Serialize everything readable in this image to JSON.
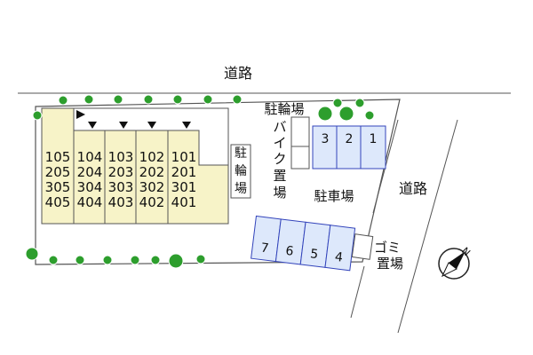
{
  "labels": {
    "road_top": "道路",
    "road_right": "道路",
    "bicycle_parking_top": "駐輪場",
    "bicycle_parking_left": [
      "駐",
      "輪",
      "場"
    ],
    "bike_parking": [
      "バ",
      "イ",
      "ク",
      "置",
      "場"
    ],
    "car_parking": "駐車場",
    "garbage": [
      "ゴミ",
      "置場"
    ]
  },
  "building": {
    "rooms": [
      [
        "105",
        "205",
        "305",
        "405"
      ],
      [
        "104",
        "204",
        "304",
        "404"
      ],
      [
        "103",
        "203",
        "303",
        "403"
      ],
      [
        "102",
        "202",
        "302",
        "402"
      ],
      [
        "101",
        "201",
        "301",
        "401"
      ]
    ]
  },
  "parking": {
    "upper_row": [
      "3",
      "2",
      "1"
    ],
    "lower_row": [
      "7",
      "6",
      "5",
      "4"
    ]
  },
  "compass": {
    "symbol": "N"
  },
  "colors": {
    "building_fill": "#f7f3c8",
    "parking_fill": "#dde8fb",
    "parking_stroke": "#3344bb",
    "tree_fill": "#2d9e2d",
    "line": "#444444"
  }
}
